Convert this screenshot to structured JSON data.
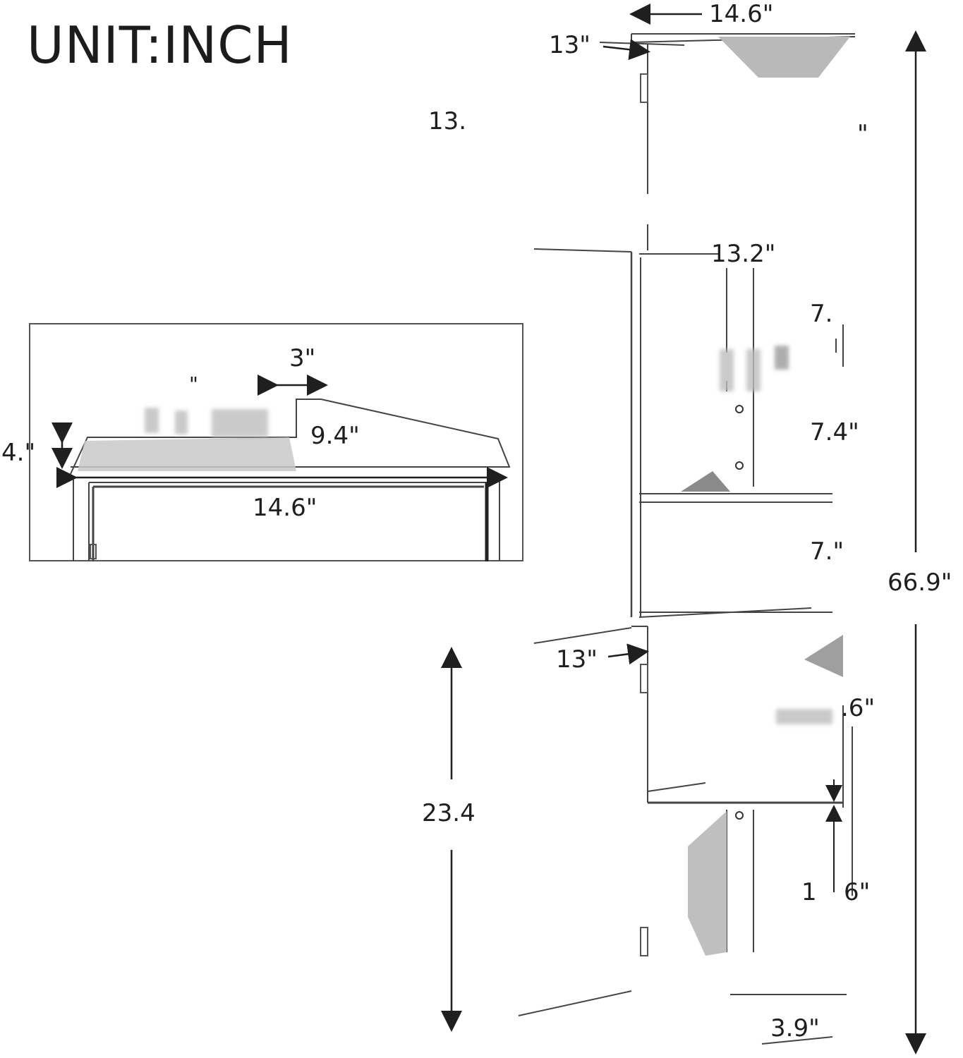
{
  "title": "UNIT:INCH",
  "detail": {
    "depth_label": "3\"",
    "diag_label": "9.4\"",
    "width_label": "14.6\"",
    "thickness_label": "4.\"",
    "partial_label": "\""
  },
  "cabinet": {
    "top_width": "14.6\"",
    "top_depth": "13\"",
    "side_label_upper": "13.",
    "shelf_span": "13.2\"",
    "shelf_gap_1": "7.",
    "shelf_gap_2": "7.4\"",
    "shelf_gap_3": "7.\"",
    "total_height": "66.9\"",
    "lower_depth": "13\"",
    "lower_height": "23.4",
    "door_gap": ".6\"",
    "shelf_thick": "1",
    "shelf_thick_suffix": "6\"",
    "base_height": "3.9\"",
    "upper_right_partial": "\""
  }
}
